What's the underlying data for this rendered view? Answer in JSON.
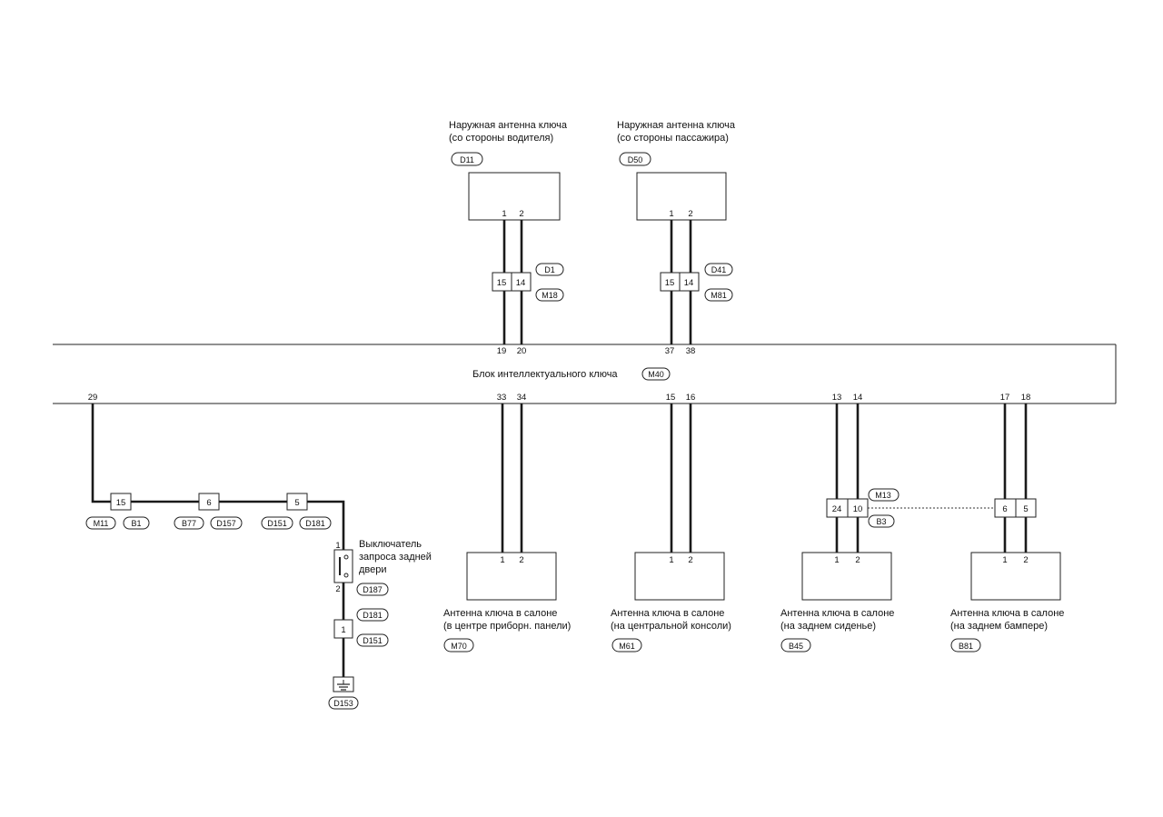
{
  "module": {
    "label": "Блок интеллектуального ключа",
    "code": "M40"
  },
  "outer_antennas": [
    {
      "line1": "Наружная антенна ключа",
      "line2": "(со стороны водителя)",
      "code": "D11",
      "pins": [
        "1",
        "2"
      ],
      "module_pins": [
        "19",
        "20"
      ],
      "connector": {
        "pins": [
          "15",
          "14"
        ],
        "upper": "D1",
        "lower": "M18"
      }
    },
    {
      "line1": "Наружная антенна ключа",
      "line2": "(со стороны пассажира)",
      "code": "D50",
      "pins": [
        "1",
        "2"
      ],
      "module_pins": [
        "37",
        "38"
      ],
      "connector": {
        "pins": [
          "15",
          "14"
        ],
        "upper": "D41",
        "lower": "M81"
      }
    }
  ],
  "inner_antennas": [
    {
      "line1": "Антенна ключа в салоне",
      "line2": "(в центре приборн. панели)",
      "code": "M70",
      "pins": [
        "1",
        "2"
      ],
      "module_pins": [
        "33",
        "34"
      ]
    },
    {
      "line1": "Антенна ключа в салоне",
      "line2": "(на центральной консоли)",
      "code": "M61",
      "pins": [
        "1",
        "2"
      ],
      "module_pins": [
        "15",
        "16"
      ]
    },
    {
      "line1": "Антенна ключа в салоне",
      "line2": "(на заднем сиденье)",
      "code": "B45",
      "pins": [
        "1",
        "2"
      ],
      "module_pins": [
        "13",
        "14"
      ],
      "connector": {
        "pins": [
          "24",
          "10"
        ],
        "upper": "M13",
        "lower": "B3"
      }
    },
    {
      "line1": "Антенна ключа в салоне",
      "line2": "(на заднем бампере)",
      "code": "B81",
      "pins": [
        "1",
        "2"
      ],
      "module_pins": [
        "17",
        "18"
      ],
      "connector": {
        "pins": [
          "6",
          "5"
        ]
      }
    }
  ],
  "rear_circuit": {
    "module_pin": "29",
    "connectors": [
      {
        "pin": "15",
        "tags": [
          "M11",
          "B1"
        ]
      },
      {
        "pin": "6",
        "tags": [
          "B77",
          "D157"
        ]
      },
      {
        "pin": "5",
        "tags": [
          "D151",
          "D181"
        ]
      }
    ],
    "switch": {
      "line1": "Выключатель",
      "line2": "запроса задней",
      "line3": "двери",
      "code": "D187",
      "pin_top": "1",
      "pin_bottom": "2"
    },
    "ground_connector": {
      "pin": "1",
      "upper": "D181",
      "lower": "D151"
    },
    "ground": {
      "code": "D153"
    }
  }
}
